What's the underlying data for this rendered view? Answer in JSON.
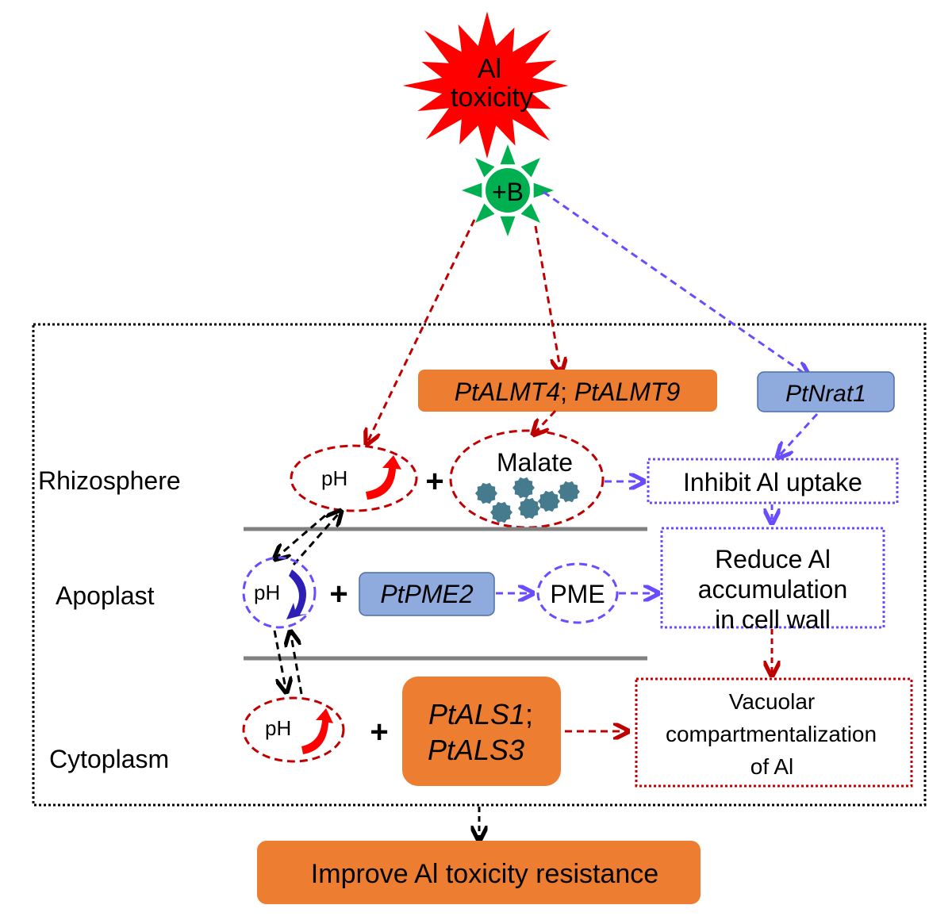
{
  "title_star": {
    "line1": "Al",
    "line2": "toxicity"
  },
  "boron": {
    "label": "+B"
  },
  "layers": {
    "rhizosphere": "Rhizosphere",
    "apoplast": "Apoplast",
    "cytoplasm": "Cytoplasm"
  },
  "genes": {
    "almt": {
      "part1": "PtALMT4",
      "sep": "; ",
      "part2": "PtALMT9"
    },
    "nrat": "PtNrat1",
    "pme2": "PtPME2",
    "als": {
      "line1": "PtALS1",
      "sep": ";",
      "line2": "PtALS3"
    }
  },
  "nodes": {
    "ph": "pH",
    "plus": "+",
    "malate": "Malate",
    "pme": "PME"
  },
  "outcomes": {
    "inhibit": "Inhibit Al uptake",
    "reduce": [
      "Reduce Al",
      "accumulation",
      "in cell wall"
    ],
    "vacuolar": [
      "Vacuolar",
      "compartmentalization",
      "of Al"
    ],
    "final": "Improve Al toxicity resistance"
  },
  "colors": {
    "star_red": "#ff0000",
    "boron_green": "#00b050",
    "orange": "#ed7d31",
    "blue_box": "#8faadc",
    "dark_red": "#c00000",
    "purple": "#6a4cff",
    "malate_dot": "#457b8c",
    "divider": "#808080"
  }
}
